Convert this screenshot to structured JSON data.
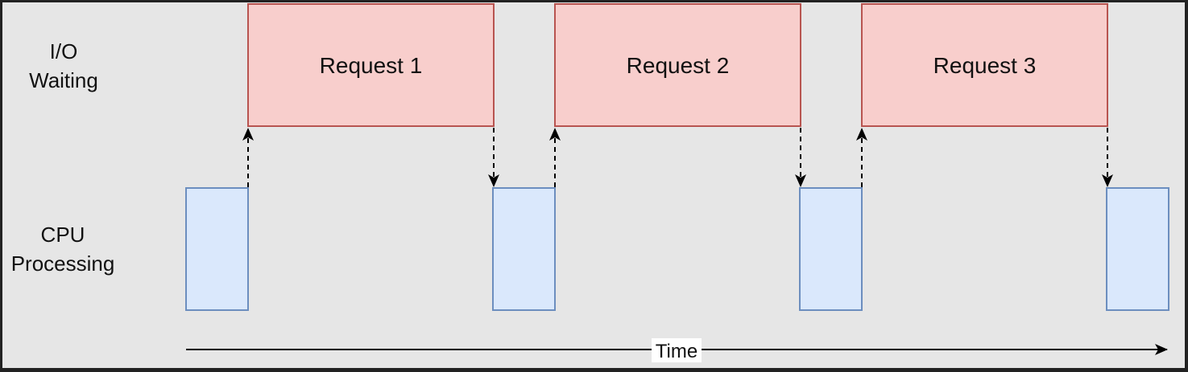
{
  "row_labels": {
    "io_line1": "I/O",
    "io_line2": "Waiting",
    "cpu_line1": "CPU",
    "cpu_line2": "Processing"
  },
  "requests": [
    "Request 1",
    "Request 2",
    "Request 3"
  ],
  "axis": {
    "label": "Time"
  },
  "colors": {
    "io_fill": "#f8cecc",
    "io_stroke": "#b85450",
    "cpu_fill": "#dae8fc",
    "cpu_stroke": "#6c8ebf",
    "background": "#e6e6e6",
    "frame": "#222222"
  }
}
